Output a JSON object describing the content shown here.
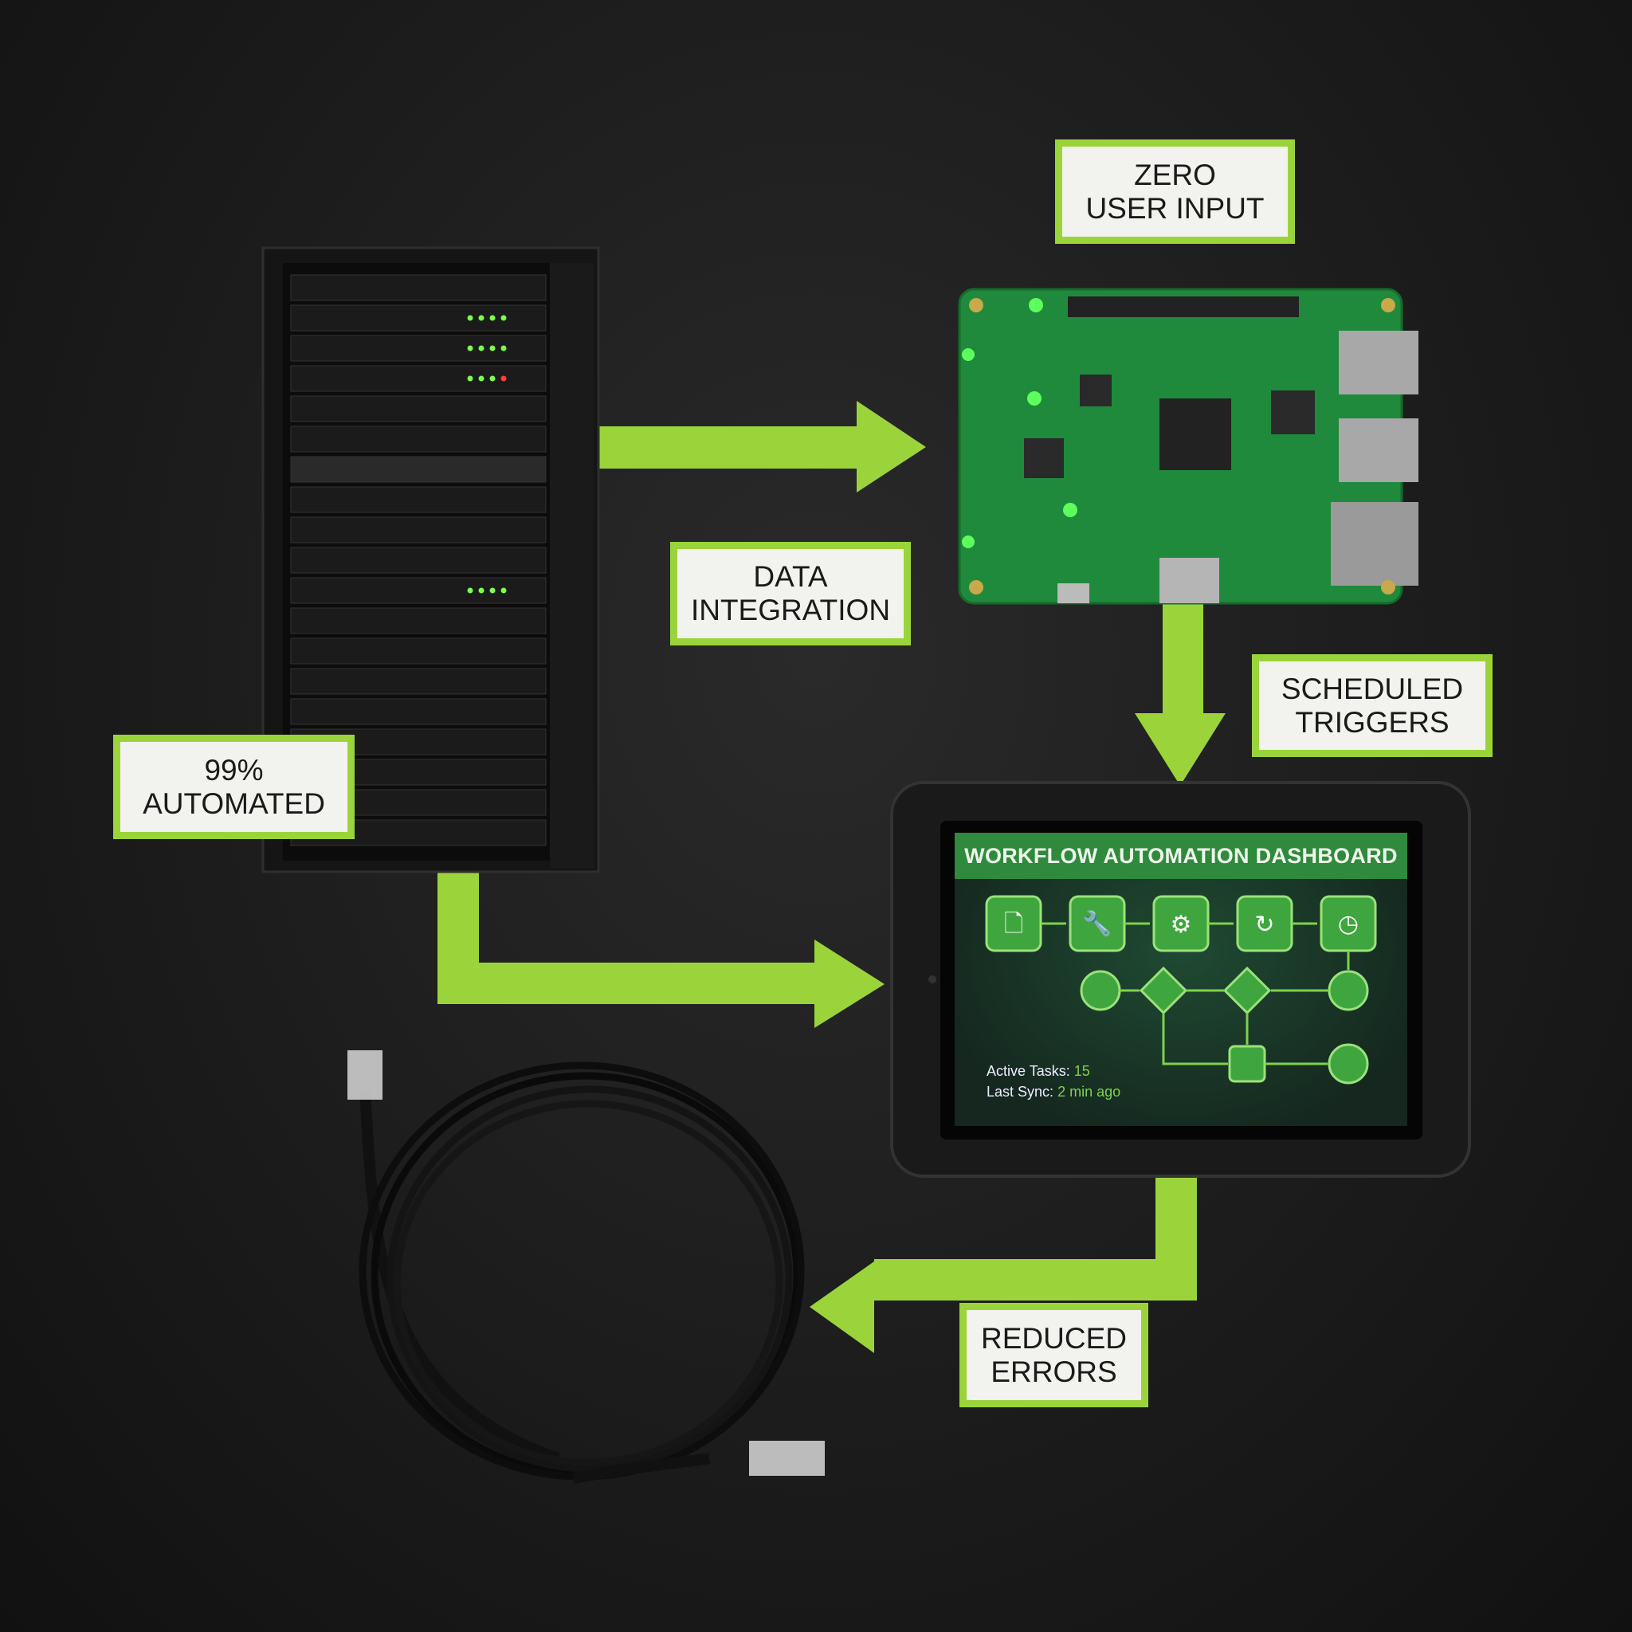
{
  "labels": {
    "zero_input": [
      "ZERO",
      "USER INPUT"
    ],
    "data_integration": [
      "DATA",
      "INTEGRATION"
    ],
    "scheduled_triggers": [
      "SCHEDULED",
      "TRIGGERS"
    ],
    "automated": [
      "99%",
      "AUTOMATED"
    ],
    "reduced_errors": [
      "REDUCED",
      "ERRORS"
    ]
  },
  "dashboard": {
    "title": "WORKFLOW AUTOMATION DASHBOARD",
    "workflow_icons": [
      "new-document-icon",
      "wrench-icon",
      "gear-icon",
      "refresh-icon",
      "schedule-add-icon"
    ],
    "active_tasks_label": "Active Tasks:",
    "active_tasks_value": "15",
    "last_sync_label": "Last Sync:",
    "last_sync_value": "2 min ago"
  },
  "colors": {
    "accent": "#9bd43a",
    "label_bg": "#f2f2ee",
    "dashboard_green": "#4cb848",
    "background": "#1c1c1c"
  }
}
